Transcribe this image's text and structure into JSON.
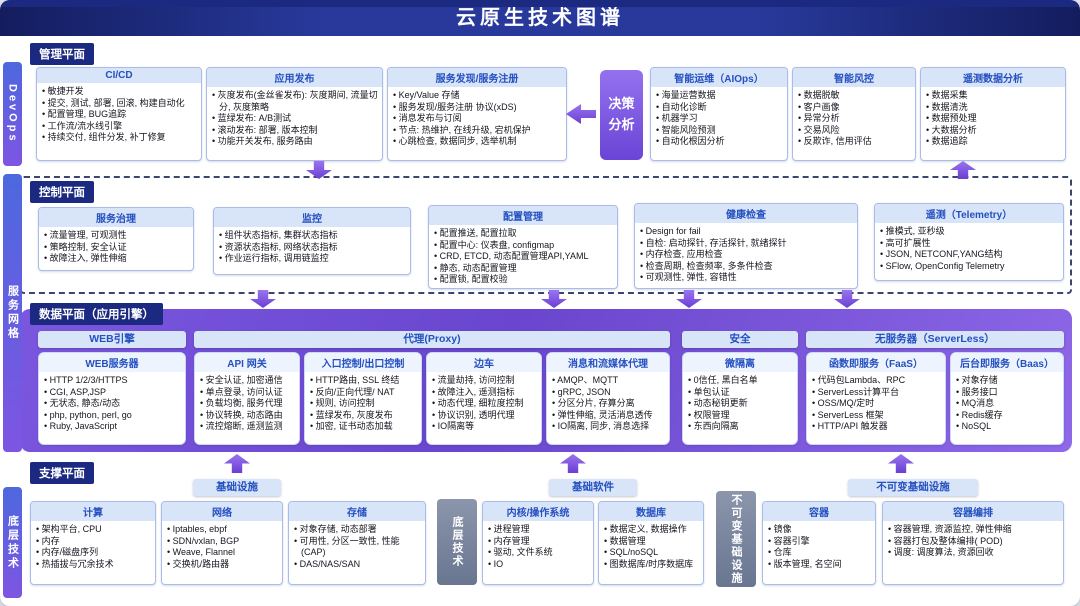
{
  "palette": {
    "navy": "#1b2a80",
    "card_header_bg": "#d8e4f8",
    "card_header_text": "#2450c0",
    "data_panel_purple": "#6f4ed6",
    "arrow_purple": "#7d55e6",
    "rail_gradient_top": "#4d68de",
    "rail_gradient_bottom": "#7e55e2",
    "gray_vertical_label": "#76839c",
    "header_bar": "#28399b"
  },
  "header": {
    "title": "云原生技术图谱"
  },
  "rails": {
    "devops": "DevOps",
    "mesh": "服务网格",
    "base": "底层技术"
  },
  "planes": {
    "management": {
      "label": "管理平面",
      "decision": "决策分析",
      "cards": [
        {
          "title": "CI/CD",
          "items": [
            "敏捷开发",
            "提交, 测试, 部署, 回滚, 构建自动化",
            "配置管理, BUG追踪",
            "工作流/流水线引擎",
            "持续交付, 组件分发, 补丁修复"
          ]
        },
        {
          "title": "应用发布",
          "items": [
            "灰度发布(金丝雀发布): 灰度期间, 流量切分, 灰度策略",
            "蓝绿发布: A/B测试",
            "滚动发布: 部署, 版本控制",
            "功能开关发布, 服务路由"
          ]
        },
        {
          "title": "服务发现/服务注册",
          "items": [
            "Key/Value 存储",
            "服务发现/服务注册 协议(xDS)",
            "消息发布与订阅",
            "节点: 热维护, 在线升级, 宕机保护",
            "心跳检查, 数据同步, 选举机制"
          ]
        },
        {
          "title": "智能运维（AIOps）",
          "items": [
            "海量运营数据",
            "自动化诊断",
            "机器学习",
            "智能风险预测",
            "自动化根因分析"
          ]
        },
        {
          "title": "智能风控",
          "items": [
            "数据脱敏",
            "客户画像",
            "异常分析",
            "交易风险",
            "反欺诈, 信用评估"
          ]
        },
        {
          "title": "遥测数据分析",
          "items": [
            "数据采集",
            "数据清洗",
            "数据预处理",
            "大数据分析",
            "数据追踪"
          ]
        }
      ]
    },
    "control": {
      "label": "控制平面",
      "cards": [
        {
          "title": "服务治理",
          "items": [
            "流量管理, 可观测性",
            "策略控制, 安全认证",
            "故障注入, 弹性伸缩"
          ]
        },
        {
          "title": "监控",
          "items": [
            "组件状态指标, 集群状态指标",
            "资源状态指标, 网络状态指标",
            "作业运行指标, 调用链监控"
          ]
        },
        {
          "title": "配置管理",
          "items": [
            "配置推送, 配置拉取",
            "配置中心: 仪表盘, configmap",
            "CRD, ETCD, 动态配置管理API,YAML",
            "静态, 动态配置管理",
            "配置锁, 配置校验"
          ]
        },
        {
          "title": "健康检查",
          "items": [
            "Design for fail",
            "自检: 启动探针, 存活探针, 就绪探针",
            "内存检查, 应用检查",
            "检查周期, 检查频率, 多条件检查",
            "可观测性, 弹性, 容错性"
          ]
        },
        {
          "title": "遥测（Telemetry）",
          "items": [
            "推模式, 亚秒级",
            "高可扩展性",
            "JSON, NETCONF,YANG结构",
            "SFlow, OpenConfig Telemetry"
          ]
        }
      ]
    },
    "data": {
      "label": "数据平面（应用引擎）",
      "groups": [
        {
          "header": "WEB引擎",
          "cards": [
            {
              "title": "WEB服务器",
              "items": [
                "HTTP 1/2/3/HTTPS",
                "CGI, ASP,JSP",
                "无状态, 静态/动态",
                "php, python, perl, go",
                "Ruby, JavaScript"
              ]
            }
          ]
        },
        {
          "header": "代理(Proxy)",
          "cards": [
            {
              "title": "API 网关",
              "items": [
                "安全认证, 加密通信",
                "单点登录, 访问认证",
                "负载均衡, 服务代理",
                "协议转换, 动态路由",
                "流控熔断, 遥测监测"
              ]
            },
            {
              "title": "入口控制/出口控制",
              "items": [
                "HTTP路由, SSL 终结",
                "反向/正向代理/ NAT",
                "规则, 访问控制",
                "蓝绿发布, 灰度发布",
                "加密, 证书动态加载"
              ]
            },
            {
              "title": "边车",
              "items": [
                "流量劫持, 访问控制",
                "故障注入, 遥测指标",
                "动态代理, 细粒度控制",
                "协议识别, 透明代理",
                "IO隔离等"
              ]
            },
            {
              "title": "消息和流媒体代理",
              "items": [
                "AMQP、MQTT",
                "gRPC, JSON",
                "分区分片, 存算分离",
                "弹性伸缩, 灵活消息透传",
                "IO隔离, 同步, 消息选择"
              ]
            }
          ]
        },
        {
          "header": "安全",
          "cards": [
            {
              "title": "微隔离",
              "items": [
                "0信任, 黑白名单",
                "单包认证",
                "动态秘钥更新",
                "权限管理",
                "东西向隔离"
              ]
            }
          ]
        },
        {
          "header": "无服务器（ServerLess）",
          "cards": [
            {
              "title": "函数即服务（FaaS）",
              "items": [
                "代码包Lambda、RPC",
                "ServerLess计算平台",
                "OSS/MQ/定时",
                "ServerLess 框架",
                "HTTP/API 触发器"
              ]
            },
            {
              "title": "后台即服务（Baas）",
              "items": [
                "对象存储",
                "服务接口",
                "MQ消息",
                "Redis缓存",
                "NoSQL"
              ]
            }
          ]
        }
      ]
    },
    "support": {
      "label": "支撑平面",
      "vertical_labels": [
        "底层技术",
        "不可变基础设施"
      ],
      "groups": [
        {
          "header": "基础设施",
          "cards": [
            {
              "title": "计算",
              "items": [
                "架构平台, CPU",
                "内存",
                "内存/磁盘序列",
                "热插拔与冗余技术"
              ]
            },
            {
              "title": "网络",
              "items": [
                "Iptables, ebpf",
                "SDN/vxlan, BGP",
                "Weave, Flannel",
                "交换机/路由器"
              ]
            },
            {
              "title": "存储",
              "items": [
                "对象存储, 动态部署",
                "可用性, 分区一致性, 性能(CAP)",
                "DAS/NAS/SAN"
              ]
            }
          ]
        },
        {
          "header": "基础软件",
          "cards": [
            {
              "title": "内核/操作系统",
              "items": [
                "进程管理",
                "内存管理",
                "驱动, 文件系统",
                "IO"
              ]
            },
            {
              "title": "数据库",
              "items": [
                "数据定义, 数据操作",
                "数据管理",
                "SQL/noSQL",
                "图数据库/时序数据库"
              ]
            }
          ]
        },
        {
          "header": "不可变基础设施",
          "cards": [
            {
              "title": "容器",
              "items": [
                "镜像",
                "容器引擎",
                "仓库",
                "版本管理, 名空间"
              ]
            },
            {
              "title": "容器编排",
              "items": [
                "容器管理, 资源监控, 弹性伸缩",
                "容器打包及整体编排( POD)",
                "调度: 调度算法, 资源回收"
              ]
            }
          ]
        }
      ]
    }
  }
}
